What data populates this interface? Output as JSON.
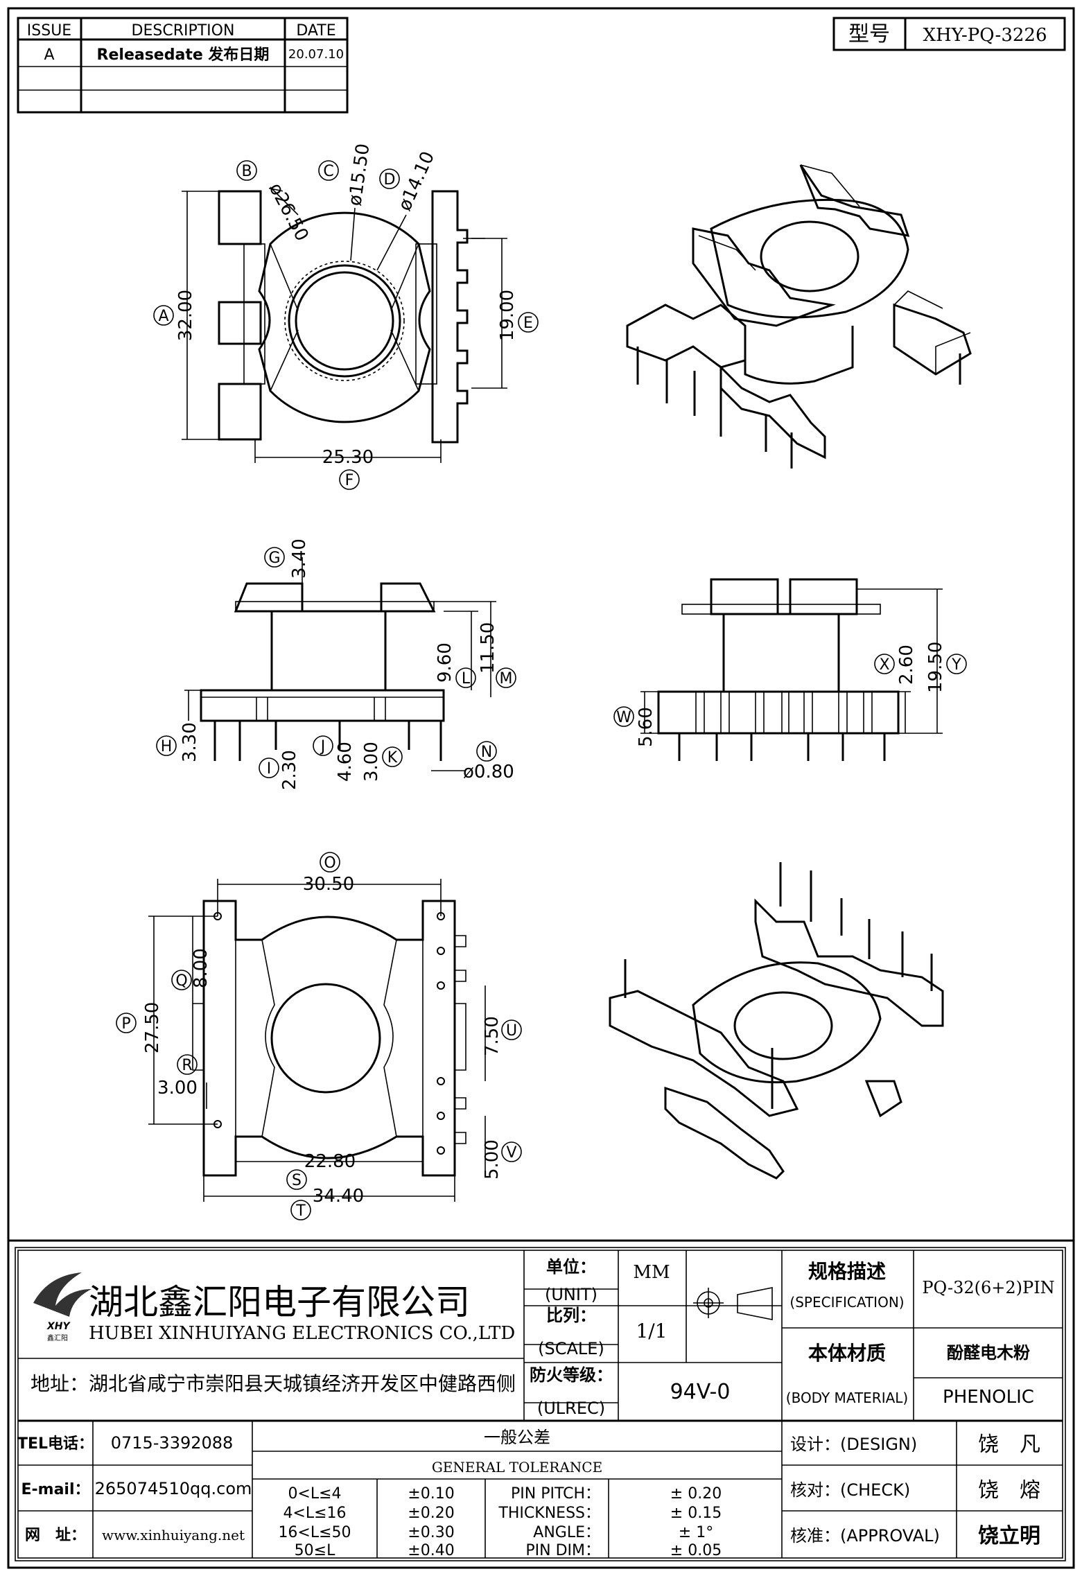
{
  "revision_table": {
    "headers": {
      "issue": "ISSUE",
      "description": "DESCRIPTION",
      "date": "DATE"
    },
    "rows": [
      {
        "issue": "A",
        "description": "Releasedate 发布日期",
        "date": "20.07.10"
      }
    ]
  },
  "model": {
    "label": "型号",
    "value": "XHY-PQ-3226"
  },
  "dimensions": {
    "top_view": {
      "B": "ø26.50",
      "C": "ø15.50",
      "D": "ø14.10",
      "A": "32.00",
      "E": "19.00",
      "F": "25.30"
    },
    "side_view": {
      "G": "3.40",
      "L": "9.60",
      "M": "11.50",
      "H": "3.30",
      "I": "2.30",
      "J": "4.60",
      "K": "3.00",
      "N": "ø0.80"
    },
    "front_view": {
      "X": "2.60",
      "Y": "19.50",
      "W": "5.60"
    },
    "bottom_view": {
      "O": "30.50",
      "Q": "8.00",
      "P": "27.50",
      "R": "3.00",
      "U": "7.50",
      "S": "22.80",
      "V": "5.00",
      "T": "34.40"
    }
  },
  "company": {
    "name_cn": "湖北鑫汇阳电子有限公司",
    "name_en": "HUBEI XINHUIYANG ELECTRONICS CO.,LTD",
    "address": "地址：湖北省咸宁市崇阳县天城镇经济开发区中健路西侧",
    "logo_text": "XHY",
    "logo_sub": "鑫汇阳"
  },
  "title_block": {
    "unit": {
      "label_cn": "单位：",
      "label_en": "(UNIT)",
      "value": "MM"
    },
    "scale": {
      "label_cn": "比列：",
      "label_en": "(SCALE)",
      "value": "1/1"
    },
    "ulrec": {
      "label_cn": "防火等级：",
      "label_en": "(ULREC)",
      "value": "94V-0"
    },
    "specification": {
      "label_cn": "规格描述",
      "label_en": "(SPECIFICATION)",
      "value": "PQ-32(6+2)PIN"
    },
    "body_material": {
      "label_cn": "本体材质",
      "label_en": "(BODY MATERIAL)",
      "value_cn": "酚醛电木粉",
      "value_en": "PHENOLIC"
    }
  },
  "contact": {
    "tel_label": "TEL电话：",
    "tel": "0715-3392088",
    "email_label": "E-mail：",
    "email": "265074510qq.com",
    "web_label": "网　址：",
    "web": "www.xinhuiyang.net"
  },
  "tolerance": {
    "title_cn": "一般公差",
    "title_en": "GENERAL TOLERANCE",
    "ranges": [
      {
        "range": "0<L≤4",
        "tol": "±0.10"
      },
      {
        "range": "4<L≤16",
        "tol": "±0.20"
      },
      {
        "range": "16<L≤50",
        "tol": "±0.30"
      },
      {
        "range": "50≤L",
        "tol": "±0.40"
      }
    ],
    "specs": [
      {
        "name": "PIN PITCH：",
        "value": "±  0.20"
      },
      {
        "name": "THICKNESS：",
        "value": "±  0.15"
      },
      {
        "name": "ANGLE：",
        "value": "±  1°"
      },
      {
        "name": "PIN DIM：",
        "value": "±  0.05"
      }
    ]
  },
  "approvals": [
    {
      "label": "设计：(DESIGN)",
      "name": "饶　凡"
    },
    {
      "label": "核对：(CHECK)",
      "name": "饶　熔"
    },
    {
      "label": "核准：(APPROVAL)",
      "name": "饶立明"
    }
  ]
}
